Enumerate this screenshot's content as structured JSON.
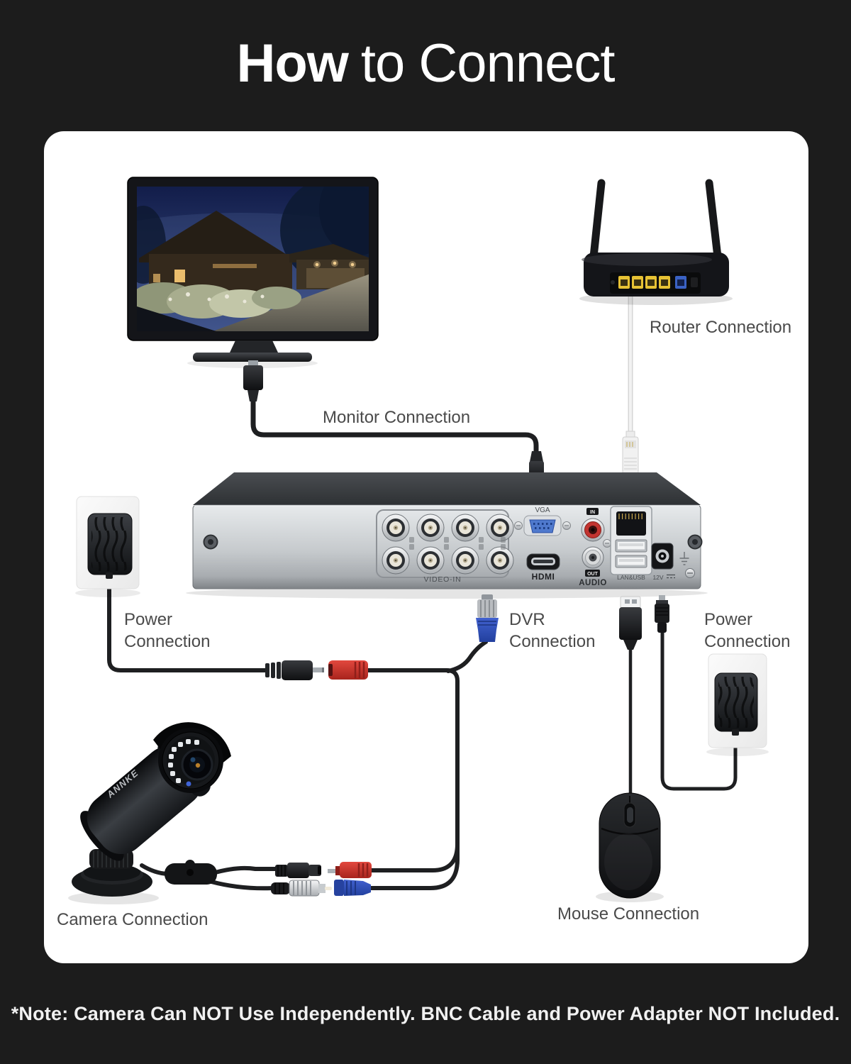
{
  "title": {
    "bold": "How",
    "regular": "to Connect"
  },
  "note": "*Note: Camera Can NOT Use Independently. BNC Cable and Power Adapter NOT Included.",
  "labels": {
    "monitor": "Monitor Connection",
    "router": "Router Connection",
    "dvr_line1": "DVR",
    "dvr_line2": "Connection",
    "power_left_line1": "Power",
    "power_left_line2": "Connection",
    "power_right_line1": "Power",
    "power_right_line2": "Connection",
    "mouse": "Mouse Connection",
    "camera": "Camera Connection"
  },
  "dvr": {
    "ports": {
      "video_in": "VIDEO-IN",
      "vga": "VGA",
      "hdmi": "HDMI",
      "audio_in": "IN",
      "audio_out": "OUT",
      "audio": "AUDIO",
      "lan_usb": "LAN&USB",
      "power": "12V"
    }
  },
  "camera": {
    "brand": "ANNKE"
  },
  "colors": {
    "background": "#1c1c1c",
    "panel": "#ffffff",
    "label_text": "#4a4a4a",
    "note_text": "#f1f1f1",
    "cable_black": "#1e1f21",
    "cable_white": "#f0f0f0",
    "bnc_blue": "#2f51bd",
    "dc_red": "#cf3630",
    "router_port_yellow": "#e7c234",
    "router_port_blue": "#3a62c4",
    "vga_blue": "#4f79cd"
  }
}
